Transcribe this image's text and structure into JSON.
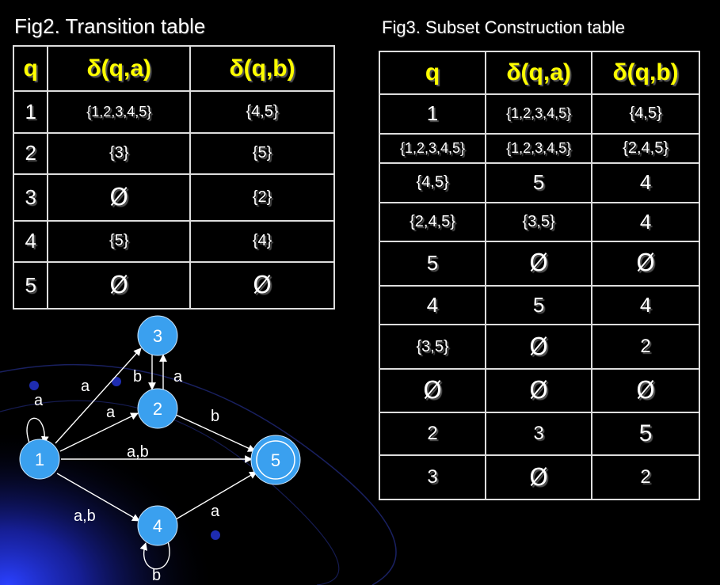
{
  "fig2": {
    "title": "Fig2. Transition table",
    "header": {
      "q": "q",
      "delta_a": "δ(q,a)",
      "delta_b": "δ(q,b)"
    },
    "rows": [
      {
        "q": "1",
        "a": "{1,2,3,4,5}",
        "b": "{4,5}"
      },
      {
        "q": "2",
        "a": "{3}",
        "b": "{5}"
      },
      {
        "q": "3",
        "a": "Ø",
        "b": "{2}"
      },
      {
        "q": "4",
        "a": "{5}",
        "b": "{4}"
      },
      {
        "q": "5",
        "a": "Ø",
        "b": "Ø"
      }
    ]
  },
  "fig3": {
    "title": "Fig3. Subset Construction table",
    "header": {
      "q": "q",
      "delta_a": "δ(q,a)",
      "delta_b": "δ(q,b)"
    },
    "rows": [
      {
        "q": "1",
        "a": "{1,2,3,4,5}",
        "b": "{4,5}"
      },
      {
        "q": "{1,2,3,4,5}",
        "a": "{1,2,3,4,5}",
        "b": "{2,4,5}"
      },
      {
        "q": "{4,5}",
        "a": "5",
        "b": "4"
      },
      {
        "q": "{2,4,5}",
        "a": "{3,5}",
        "b": "4"
      },
      {
        "q": "5",
        "a": "Ø",
        "b": "Ø"
      },
      {
        "q": "4",
        "a": "5",
        "b": "4"
      },
      {
        "q": "{3,5}",
        "a": "Ø",
        "b": "2"
      },
      {
        "q": "Ø",
        "a": "Ø",
        "b": "Ø"
      },
      {
        "q": "2",
        "a": "3",
        "b": "5"
      },
      {
        "q": "3",
        "a": "Ø",
        "b": "2"
      }
    ]
  },
  "diagram": {
    "states": {
      "s1": "1",
      "s2": "2",
      "s3": "3",
      "s4": "4",
      "s5": "5"
    },
    "edges": {
      "loop_1": "a",
      "e_1_3": "a",
      "e_1_2": "a",
      "e_1_5": "a,b",
      "e_1_4": "a,b",
      "e_2_3": "a",
      "e_3_2": "b",
      "e_2_5": "b",
      "e_4_5": "a",
      "loop_4": "b"
    },
    "colors": {
      "state_fill": "#3aa0ef",
      "arrow": "#ffffff",
      "background_glow": "#1a2fd0"
    }
  }
}
